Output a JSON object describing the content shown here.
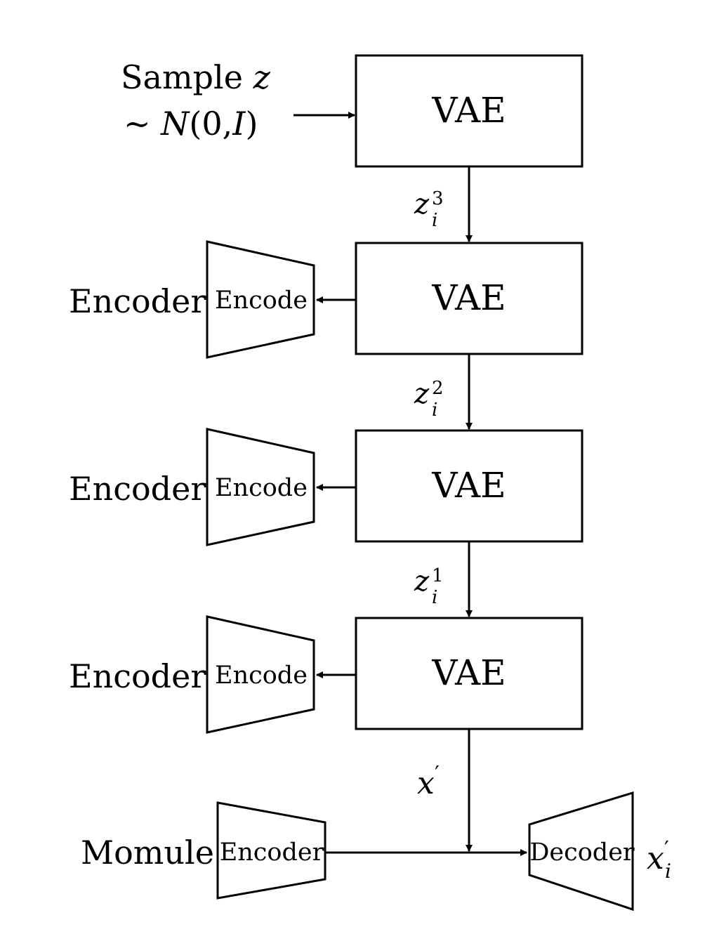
{
  "colors": {
    "stroke": "#000000",
    "background": "#ffffff"
  },
  "sample": {
    "line1_text": "Sample ",
    "line1_var": "z",
    "line2_tilde": "~ ",
    "line2_dist": "N",
    "line2_args_open": "(0,",
    "line2_args_var": "I",
    "line2_args_close": ")"
  },
  "vae_blocks": [
    "VAE",
    "VAE",
    "VAE",
    "VAE"
  ],
  "latents": [
    {
      "base": "z",
      "sub": "i",
      "sup": "3"
    },
    {
      "base": "z",
      "sub": "i",
      "sup": "2"
    },
    {
      "base": "z",
      "sub": "i",
      "sup": "1"
    }
  ],
  "encoder_rows": [
    {
      "outer_label": "Encoder",
      "inner_label": "Encode"
    },
    {
      "outer_label": "Encoder",
      "inner_label": "Encode"
    },
    {
      "outer_label": "Encoder",
      "inner_label": "Encode"
    }
  ],
  "output_x": {
    "base": "x",
    "prime": "′"
  },
  "bottom": {
    "module_label": "Momule",
    "encoder_label": "Encoder",
    "decoder_label": "Decoder",
    "output": {
      "base": "x",
      "prime": "′",
      "sub": "i"
    }
  }
}
